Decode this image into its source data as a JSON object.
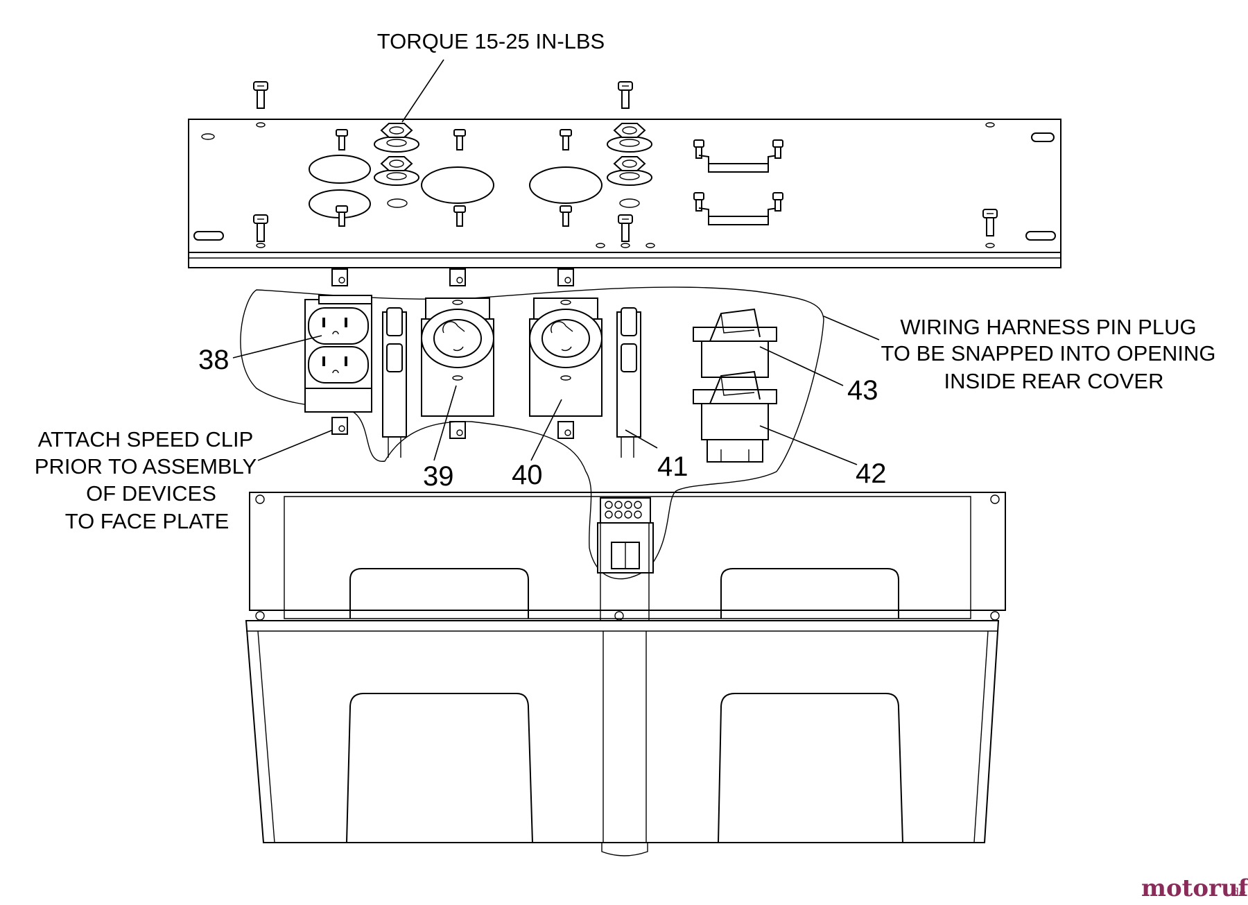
{
  "annotations": {
    "torque": "TORQUE 15-25 IN-LBS",
    "harness": [
      "WIRING HARNESS PIN PLUG",
      "TO BE SNAPPED INTO OPENING",
      "INSIDE REAR COVER"
    ],
    "speed_clip": [
      "ATTACH SPEED CLIP",
      "PRIOR TO ASSEMBLY",
      "OF DEVICES",
      "TO FACE PLATE"
    ]
  },
  "callouts": {
    "c38": "38",
    "c39": "39",
    "c40": "40",
    "c41": "41",
    "c42": "42",
    "c43": "43"
  },
  "watermark": {
    "brand": "motoruf",
    "suffix": ".de",
    "color": "#8a2b5a",
    "accent": "#f0a020"
  }
}
